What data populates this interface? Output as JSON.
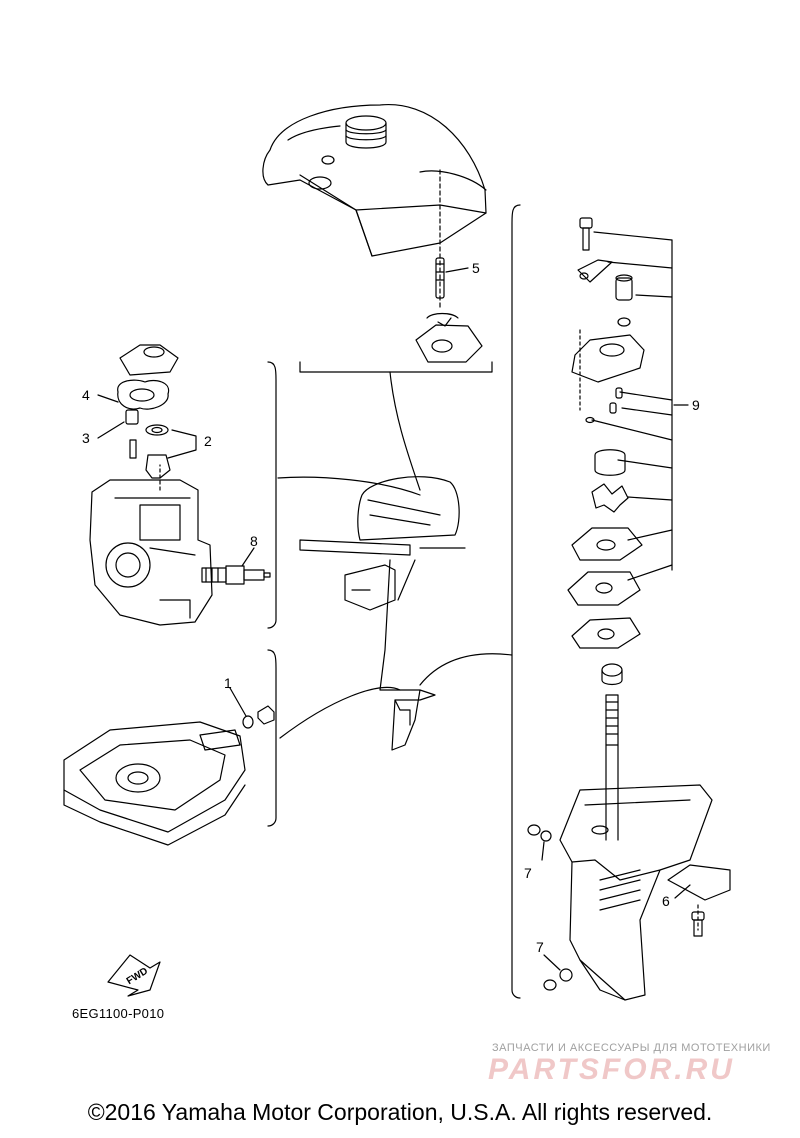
{
  "diagram": {
    "callouts": {
      "c1": "1",
      "c2": "2",
      "c3": "3",
      "c4": "4",
      "c5": "5",
      "c6": "6",
      "c7a": "7",
      "c7b": "7",
      "c8": "8",
      "c9": "9"
    },
    "fwd_label": "FWD",
    "drawing_code": "6EG1100-P010"
  },
  "watermark": {
    "subtitle": "ЗАПЧАСТИ И АКСЕССУАРЫ ДЛЯ МОТОТЕХНИКИ",
    "logo": "PARTSFOR.RU"
  },
  "footer": {
    "copyright": "©2016 Yamaha Motor Corporation, U.S.A. All rights reserved."
  },
  "colors": {
    "line": "#000000",
    "background": "#ffffff",
    "watermark_logo": "#f0c8c8"
  }
}
